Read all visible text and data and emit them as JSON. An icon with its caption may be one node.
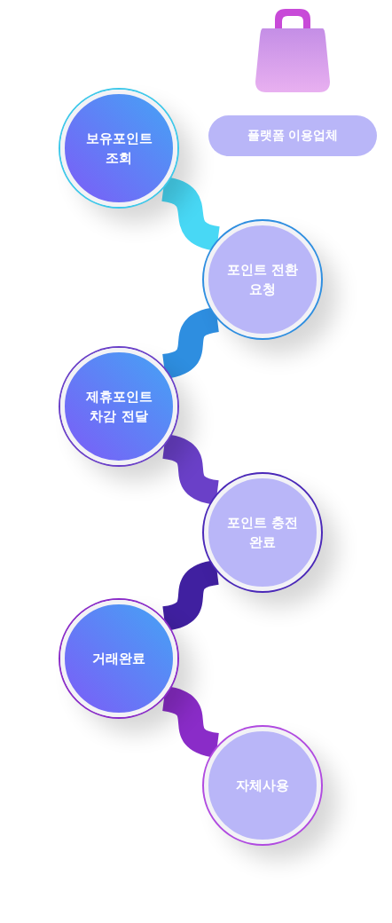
{
  "diagram": {
    "nodes": [
      {
        "text": [
          "보유포인트 조회"
        ]
      },
      {
        "text": [
          "포인트 전환 요청"
        ]
      },
      {
        "text": [
          "제휴포인트 차감 전달"
        ]
      },
      {
        "text": [
          "포인트 충전 완료"
        ]
      },
      {
        "text": [
          "거래완료"
        ]
      },
      {
        "text": [
          "자체사용"
        ]
      },
      {
        "text": [
          "플랫폼 이용업체"
        ]
      }
    ],
    "edges": [
      {
        "from": 0,
        "to": 1,
        "arrow": "none",
        "color": "#48d8f5"
      },
      {
        "from": 1,
        "to": 2,
        "arrow": "none",
        "color": "#2e8ee0"
      },
      {
        "from": 2,
        "to": 3,
        "arrow": "none",
        "color": "#6a40c8"
      },
      {
        "from": 3,
        "to": 4,
        "arrow": "none",
        "color": "#4020a0"
      },
      {
        "from": 4,
        "to": 5,
        "arrow": "none",
        "color": "#8a2cc8"
      }
    ]
  }
}
